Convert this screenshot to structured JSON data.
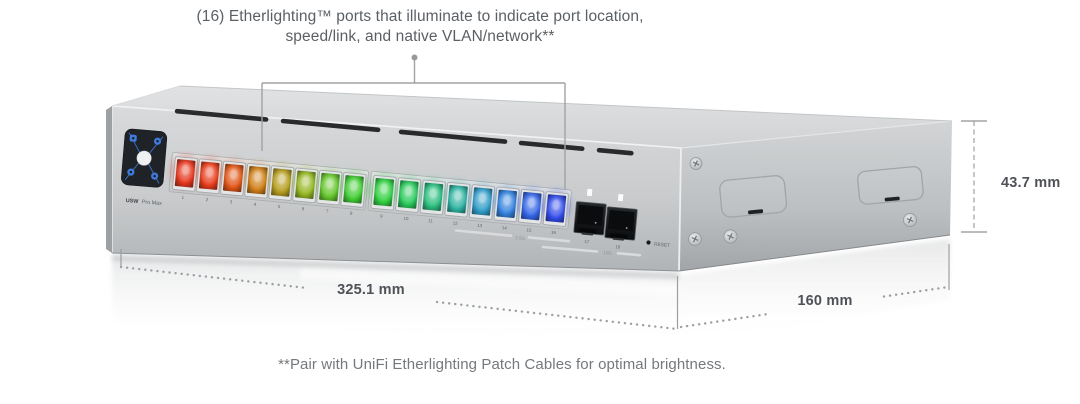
{
  "caption": {
    "line1": "(16) Etherlighting™ ports that illuminate to indicate port location,",
    "line2": "speed/link, and native VLAN/network**"
  },
  "footnote": "**Pair with UniFi Etherlighting Patch Cables for optimal brightness.",
  "device": {
    "model": {
      "bold": "USW",
      "rest": "Pro Max"
    },
    "reset_label": "RESET",
    "rj45_group_label": "2.5G",
    "sfp_group_label": "10G",
    "rj45_ports": [
      {
        "number": "1",
        "color": "#e5341b"
      },
      {
        "number": "2",
        "color": "#e63a17"
      },
      {
        "number": "3",
        "color": "#df5212"
      },
      {
        "number": "4",
        "color": "#cf7d14"
      },
      {
        "number": "5",
        "color": "#b49b1c"
      },
      {
        "number": "6",
        "color": "#93b51f"
      },
      {
        "number": "7",
        "color": "#63c52a"
      },
      {
        "number": "8",
        "color": "#3fcb31"
      },
      {
        "number": "9",
        "color": "#2ecf3e"
      },
      {
        "number": "10",
        "color": "#27c959"
      },
      {
        "number": "11",
        "color": "#29bd7d"
      },
      {
        "number": "12",
        "color": "#2cb2a0"
      },
      {
        "number": "13",
        "color": "#2f9cc7"
      },
      {
        "number": "14",
        "color": "#3280dd"
      },
      {
        "number": "15",
        "color": "#3263e6"
      },
      {
        "number": "16",
        "color": "#2f49e8"
      }
    ],
    "sfp_ports": [
      {
        "number": "17"
      },
      {
        "number": "18"
      }
    ]
  },
  "dimensions": {
    "height_label": "43.7 mm",
    "length_label": "325.1 mm",
    "depth_label": "160 mm"
  },
  "colors": {
    "screen_accent": "#3f79d9",
    "sfp_led": "#fafbfb",
    "chassis_silver": "#ccced1",
    "annotation_gray": "#9da0a3",
    "dimension_text": "#4e5257",
    "caption_text": "#5b6065",
    "footnote_text": "#74797d"
  }
}
